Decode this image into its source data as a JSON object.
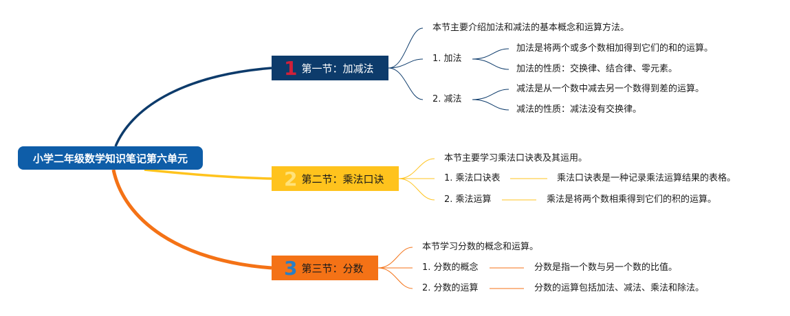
{
  "root": {
    "label": "小学二年级数学知识笔记第六单元"
  },
  "sections": [
    {
      "number": "1",
      "title": "第一节：加减法",
      "color": "#0d3b6b",
      "intro": "本节主要介绍加法和减法的基本概念和运算方法。",
      "topics": [
        {
          "label": "1. 加法",
          "details": [
            "加法是将两个或多个数相加得到它们的和的运算。",
            "加法的性质：交换律、结合律、零元素。"
          ]
        },
        {
          "label": "2. 减法",
          "details": [
            "减法是从一个数中减去另一个数得到差的运算。",
            "减法的性质：减法没有交换律。"
          ]
        }
      ]
    },
    {
      "number": "2",
      "title": "第二节：乘法口诀",
      "color": "#ffc31d",
      "intro": "本节主要学习乘法口诀表及其运用。",
      "topics": [
        {
          "label": "1. 乘法口诀表",
          "details": [
            "乘法口诀表是一种记录乘法运算结果的表格。"
          ]
        },
        {
          "label": "2. 乘法运算",
          "details": [
            "乘法是将两个数相乘得到它们的积的运算。"
          ]
        }
      ]
    },
    {
      "number": "3",
      "title": "第三节：分数",
      "color": "#f47216",
      "intro": "本节学习分数的概念和运算。",
      "topics": [
        {
          "label": "1. 分数的概念",
          "details": [
            "分数是指一个数与另一个数的比值。"
          ]
        },
        {
          "label": "2. 分数的运算",
          "details": [
            "分数的运算包括加法、减法、乘法和除法。"
          ]
        }
      ]
    }
  ]
}
